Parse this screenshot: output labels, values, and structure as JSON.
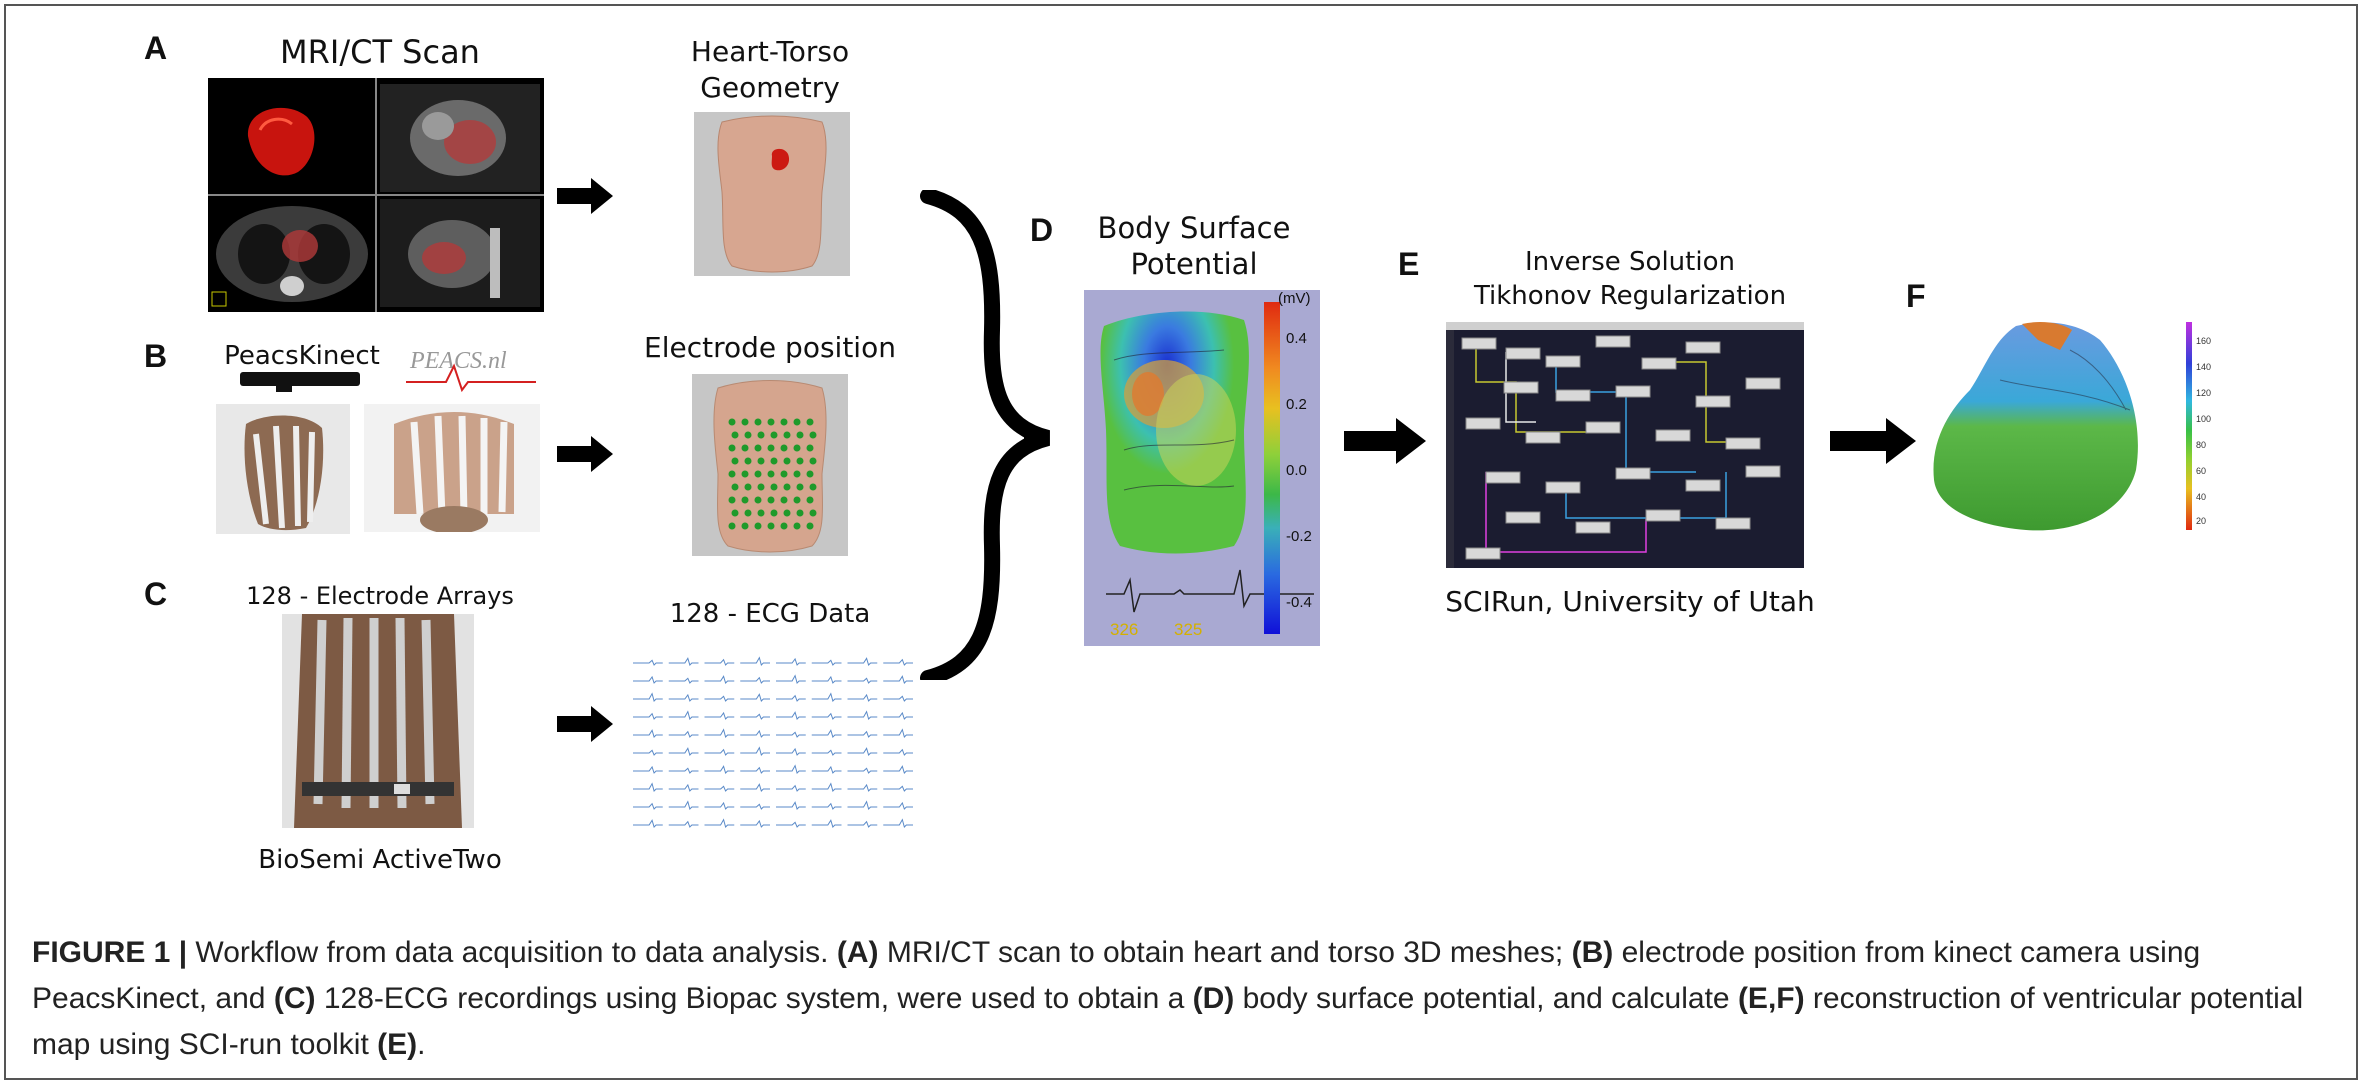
{
  "panels": {
    "A": {
      "letter": "A",
      "title": "MRI/CT Scan",
      "geometry_title": "Heart-Torso\nGeometry"
    },
    "B": {
      "letter": "B",
      "kinect_label": "PeacsKinect",
      "logo_text": "PEACS.nl",
      "electrode_title": "Electrode position"
    },
    "C": {
      "letter": "C",
      "arrays_title": "128 - Electrode Arrays",
      "device_label": "BioSemi ActiveTwo",
      "ecg_title": "128 - ECG Data"
    },
    "D": {
      "letter": "D",
      "title_line1": "Body Surface",
      "title_line2": "Potential",
      "unit": "(mV)",
      "colorbar_ticks": [
        "0.4",
        "0.2",
        "0.0",
        "-0.2",
        "-0.4"
      ],
      "ecg_labels": [
        "326",
        "325"
      ]
    },
    "E": {
      "letter": "E",
      "title_line1": "Inverse Solution",
      "title_line2": "Tikhonov Regularization",
      "subtitle": "SCIRun, University of Utah"
    },
    "F": {
      "letter": "F",
      "colorbar_ticks": [
        "160",
        "140",
        "120",
        "100",
        "80",
        "60",
        "40",
        "20"
      ]
    }
  },
  "caption": {
    "prefix": "FIGURE 1 |",
    "segments": [
      {
        "text": " Workflow from data acquisition to data analysis. ",
        "bold": false
      },
      {
        "text": "(A)",
        "bold": true
      },
      {
        "text": " MRI/CT scan to obtain heart and torso 3D meshes; ",
        "bold": false
      },
      {
        "text": "(B)",
        "bold": true
      },
      {
        "text": " electrode position from kinect camera using PeacsKinect, and ",
        "bold": false
      },
      {
        "text": "(C)",
        "bold": true
      },
      {
        "text": " 128-ECG recordings using Biopac system, were used to obtain a ",
        "bold": false
      },
      {
        "text": "(D)",
        "bold": true
      },
      {
        "text": " body surface potential, and calculate ",
        "bold": false
      },
      {
        "text": "(E,F)",
        "bold": true
      },
      {
        "text": " reconstruction of ventricular potential map using SCI-run toolkit ",
        "bold": false
      },
      {
        "text": "(E)",
        "bold": true
      },
      {
        "text": ".",
        "bold": false
      }
    ]
  },
  "colors": {
    "heart_red": "#cc1a12",
    "torso_skin": "#d9a88e",
    "electrode_green": "#1f9a2a",
    "scirun_bg": "#1a1a2e",
    "arrow": "#000000"
  }
}
